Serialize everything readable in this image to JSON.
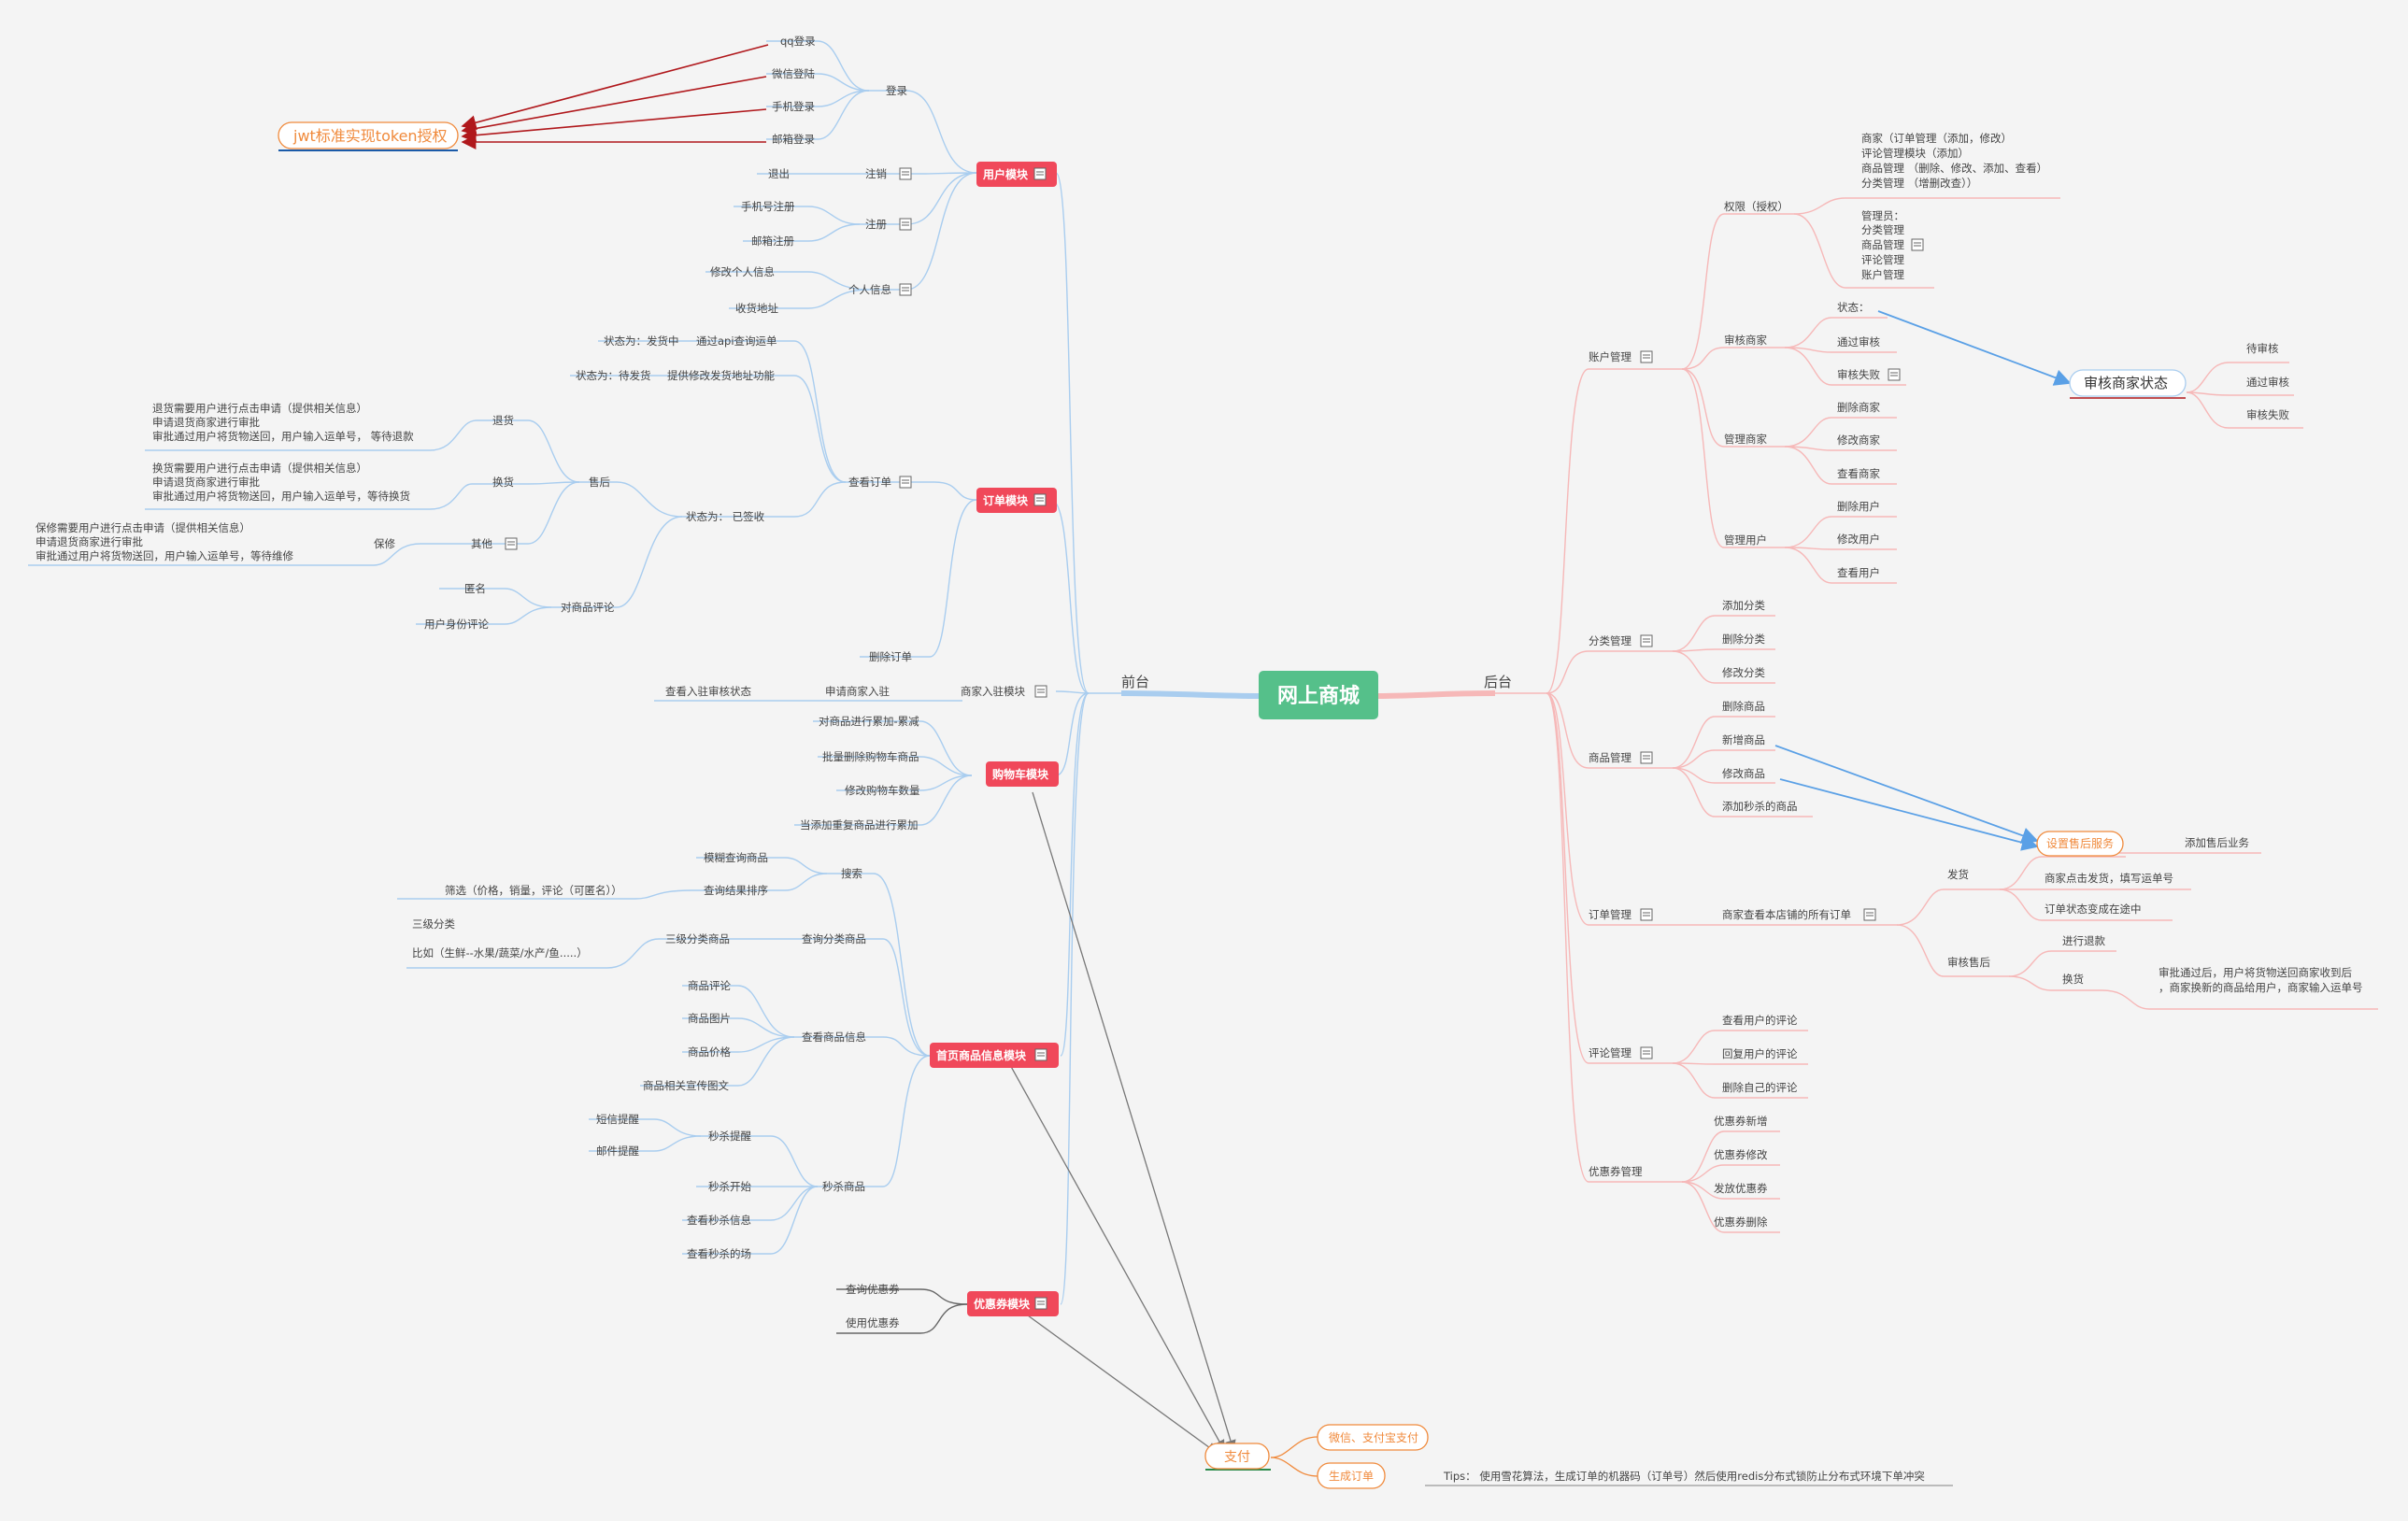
{
  "center": {
    "label": "网上商城"
  },
  "front": {
    "label": "前台",
    "user_module": {
      "label": "用户模块",
      "login": {
        "label": "登录",
        "items": [
          "qq登录",
          "微信登陆",
          "手机登录",
          "邮箱登录"
        ]
      },
      "jwt": "jwt标准实现token授权",
      "logout": {
        "label": "注销",
        "items": [
          "退出"
        ]
      },
      "register": {
        "label": "注册",
        "items": [
          "手机号注册",
          "邮箱注册"
        ]
      },
      "profile": {
        "label": "个人信息",
        "items": [
          "修改个人信息",
          "收货地址"
        ]
      }
    },
    "order_module": {
      "label": "订单模块",
      "view": {
        "label": "查看订单",
        "shipping": {
          "label": "状态为：发货中",
          "detail": "通过api查询运单"
        },
        "pending": {
          "label": "状态为：待发货",
          "detail": "提供修改发货地址功能"
        },
        "signed": {
          "label": "状态为：  已签收",
          "after_sale": {
            "label": "售后",
            "return": {
              "label": "退货",
              "text": [
                "退货需要用户进行点击申请（提供相关信息）",
                "申请退货商家进行审批",
                "审批通过用户将货物送回，用户输入运单号， 等待退款"
              ]
            },
            "exchange": {
              "label": "换货",
              "text": [
                "换货需要用户进行点击申请（提供相关信息）",
                "申请退货商家进行审批",
                "审批通过用户将货物送回，用户输入运单号，等待换货"
              ]
            },
            "other": {
              "label": "其他",
              "repair": "保修",
              "text": [
                "保修需要用户进行点击申请（提供相关信息）",
                "申请退货商家进行审批",
                "审批通过用户将货物送回，用户输入运单号，等待维修"
              ]
            }
          },
          "review": {
            "label": "对商品评论",
            "items": [
              "匿名",
              "用户身份评论"
            ]
          }
        }
      },
      "delete": "删除订单"
    },
    "merchant": {
      "label": "商家入驻模块",
      "apply": "申请商家入驻",
      "status": "查看入驻审核状态"
    },
    "cart": {
      "label": "购物车模块",
      "items": [
        "对商品进行累加-累减",
        "批量删除购物车商品",
        "修改购物车数量",
        "当添加重复商品进行累加"
      ]
    },
    "home": {
      "label": "首页商品信息模块",
      "search": {
        "label": "搜索",
        "fuzzy": "模糊查询商品",
        "sort": "查询结果排序",
        "sort_detail": "筛选（价格，销量，评论（可匿名））"
      },
      "category": {
        "label": "查询分类商品",
        "level3": "三级分类商品",
        "note_title": "三级分类",
        "note_example": "比如（生鲜--水果/蔬菜/水产/鱼.....）"
      },
      "info": {
        "label": "查看商品信息",
        "items": [
          "商品评论",
          "商品图片",
          "商品价格",
          "商品相关宣传图文"
        ]
      },
      "seckill": {
        "label": "秒杀商品",
        "remind": "秒杀提醒",
        "remind_items": [
          "短信提醒",
          "邮件提醒"
        ],
        "items": [
          "秒杀开始",
          "查看秒杀信息",
          "查看秒杀的场"
        ]
      }
    },
    "coupon": {
      "label": "优惠券模块",
      "items": [
        "查询优惠券",
        "使用优惠券"
      ]
    }
  },
  "payment": {
    "label": "支付",
    "methods": "微信、支付宝支付",
    "order": "生成订单",
    "tips": "Tips：  使用雪花算法，生成订单的机器码（订单号）然后使用redis分布式锁防止分布式环境下单冲突"
  },
  "back": {
    "label": "后台",
    "account": {
      "label": "账户管理",
      "perm": {
        "label": "权限（授权）",
        "merchant_lines": [
          "商家（订单管理（添加，修改）",
          "评论管理模块（添加）",
          "商品管理 （删除、修改、添加、查看）",
          "分类管理 （增删改查））"
        ],
        "admin_lines": [
          "管理员：",
          "分类管理",
          "商品管理",
          "评论管理",
          "账户管理"
        ]
      },
      "audit": {
        "label": "审核商家",
        "items": [
          "状态：",
          "通过审核",
          "审核失败"
        ],
        "status_node": "审核商家状态",
        "status_items": [
          "待审核",
          "通过审核",
          "审核失败"
        ]
      },
      "manage_merchant": {
        "label": "管理商家",
        "items": [
          "删除商家",
          "修改商家",
          "查看商家"
        ]
      },
      "manage_user": {
        "label": "管理用户",
        "items": [
          "删除用户",
          "修改用户",
          "查看用户"
        ]
      }
    },
    "category": {
      "label": "分类管理",
      "items": [
        "添加分类",
        "删除分类",
        "修改分类"
      ]
    },
    "product": {
      "label": "商品管理",
      "items": [
        "删除商品",
        "新增商品",
        "修改商品",
        "添加秒杀的商品"
      ]
    },
    "after_service": {
      "label": "设置售后服务",
      "add": "添加售后业务"
    },
    "order": {
      "label": "订单管理",
      "view": "商家查看本店铺的所有订单",
      "ship": {
        "label": "发货",
        "items": [
          "商家点击发货，填写运单号",
          "订单状态变成在途中"
        ]
      },
      "audit": {
        "label": "审核售后",
        "refund": "进行退款",
        "exchange": "换货",
        "exchange_detail": [
          "审批通过后，用户将货物送回商家收到后",
          "，商家换新的商品给用户，商家输入运单号"
        ]
      }
    },
    "review": {
      "label": "评论管理",
      "items": [
        "查看用户的评论",
        "回复用户的评论",
        "删除自己的评论"
      ]
    },
    "coupon": {
      "label": "优惠券管理",
      "items": [
        "优惠券新增",
        "优惠券修改",
        "发放优惠券",
        "优惠券删除"
      ]
    }
  },
  "colors": {
    "front_line": "#a9cdef",
    "back_line": "#f6b8b8",
    "center": "#55c08a",
    "module": "#f0485a",
    "pay": "#f08a3c",
    "blue_arrow": "#5aa0e6",
    "red_arrow": "#b0181c"
  }
}
